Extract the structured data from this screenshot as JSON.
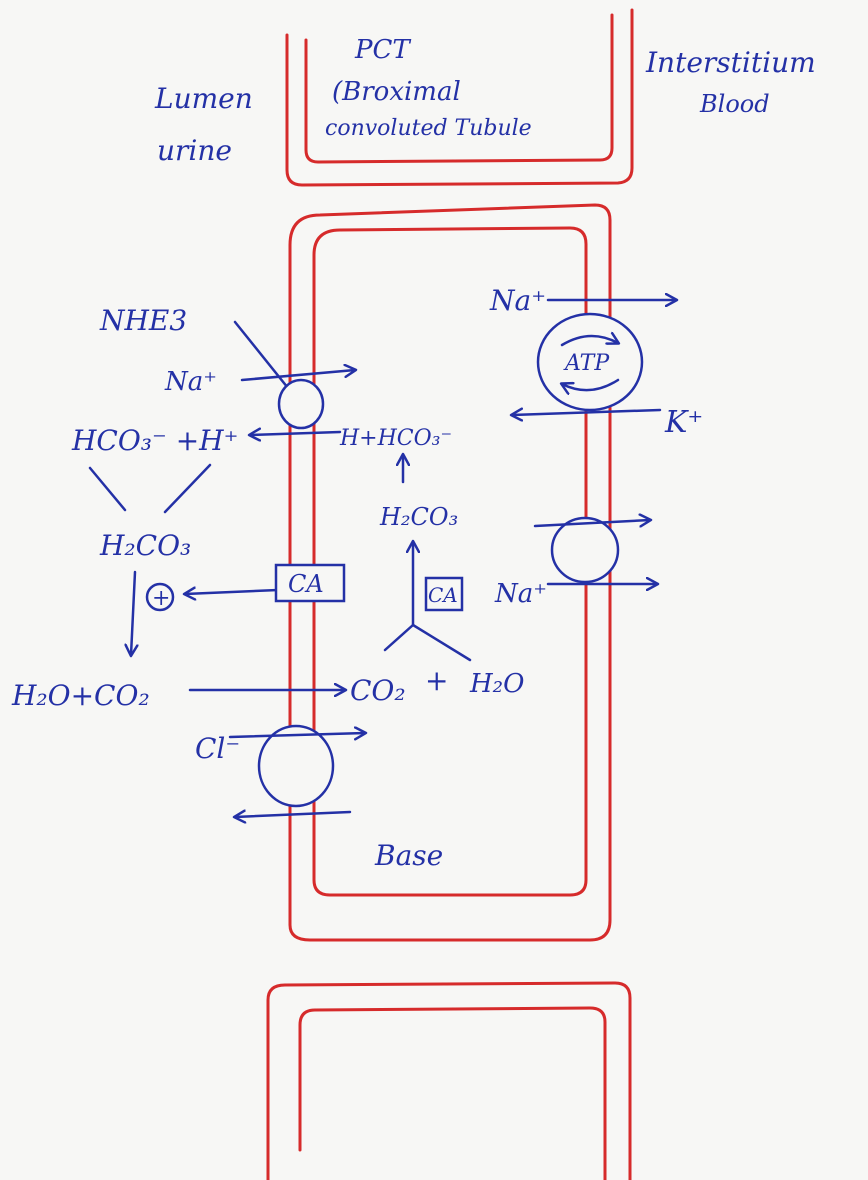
{
  "labels": {
    "lumen": "Lumen",
    "urine": "urine",
    "pct": "PCT",
    "proximal": "(Broximal",
    "convoluted": "convoluted Tubule",
    "interstitium": "Interstitium",
    "blood": "Blood",
    "nhe3": "NHE3",
    "na_nhe3": "Na⁺",
    "hco3_h": "HCO₃⁻ +H⁺",
    "h_hco3_cell": "H+HCO₃⁻",
    "h2co3_lumen": "H₂CO₃",
    "h2co3_cell": "H₂CO₃",
    "ca_lumen": "CA",
    "ca_cell": "CA",
    "plus_circle": "+",
    "h2o_co2_lumen": "H₂O+CO₂",
    "co2_cell": "CO₂",
    "plus_cell": "+",
    "h2o_cell": "H₂O",
    "cl": "Cl⁻",
    "base": "Base",
    "na_pump": "Na⁺",
    "atp": "ATP",
    "k": "K⁺",
    "na_basolateral": "Na⁺"
  },
  "colors": {
    "ink": "#2431a6",
    "tubule": "#d62b2b",
    "paper": "#f7f7f5"
  }
}
